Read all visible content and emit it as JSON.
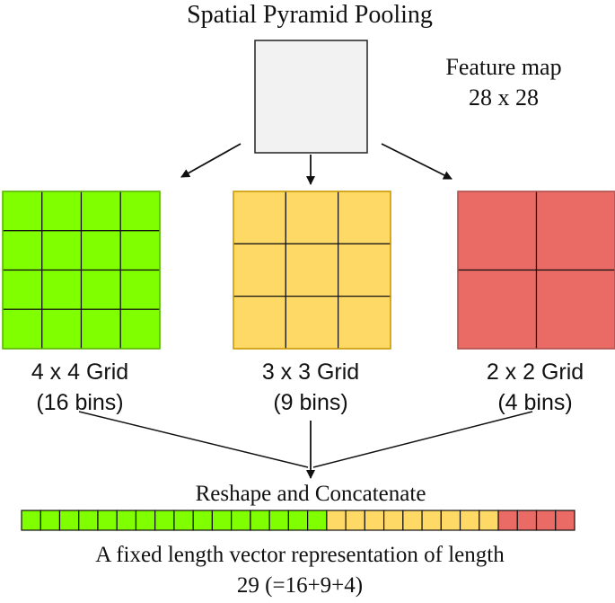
{
  "title": "Spatial Pyramid Pooling",
  "feature_map": {
    "label_line1": "Feature map",
    "label_line2": "28 x 28",
    "fill": "#f2f2f2",
    "stroke": "#222222"
  },
  "grids": [
    {
      "label": "4 x 4 Grid",
      "bins_label": "(16 bins)",
      "size": 4,
      "fill": "#80ff00",
      "border": "#5fbf00"
    },
    {
      "label": "3 x 3 Grid",
      "bins_label": "(9 bins)",
      "size": 3,
      "fill": "#ffd966",
      "border": "#d6a300"
    },
    {
      "label": "2 x 2 Grid",
      "bins_label": "(4 bins)",
      "size": 2,
      "fill": "#ea6b66",
      "border": "#b85450"
    }
  ],
  "concat_label": "Reshape and Concatenate",
  "vector": {
    "segments": [
      {
        "count": 16,
        "fill": "#80ff00"
      },
      {
        "count": 9,
        "fill": "#ffd966"
      },
      {
        "count": 4,
        "fill": "#ea6b66"
      }
    ]
  },
  "caption_line1": "A fixed length vector representation of length",
  "caption_line2": "29 (=16+9+4)"
}
